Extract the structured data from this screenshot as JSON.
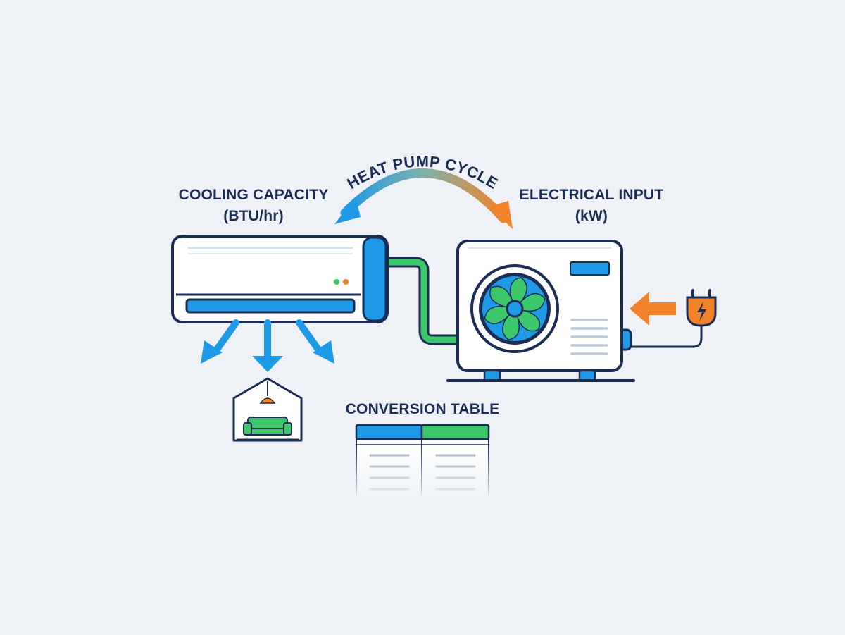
{
  "diagram": {
    "cycle_label": "HEAT PUMP CYCLE",
    "cooling": {
      "line1": "COOLING CAPACITY",
      "line2": "(BTU/hr)"
    },
    "electrical": {
      "line1": "ELECTRICAL INPUT",
      "line2": "(kW)"
    },
    "table_title": "CONVERSION TABLE"
  },
  "colors": {
    "navy": "#1b2d54",
    "blue": "#1e9ae6",
    "green": "#3cc86a",
    "orange": "#f2832a",
    "background": "#eef2f6"
  },
  "icons": [
    "indoor-ac-unit",
    "outdoor-condenser-unit",
    "fan-icon",
    "power-plug-icon",
    "house-icon",
    "sofa-icon",
    "lamp-icon"
  ]
}
